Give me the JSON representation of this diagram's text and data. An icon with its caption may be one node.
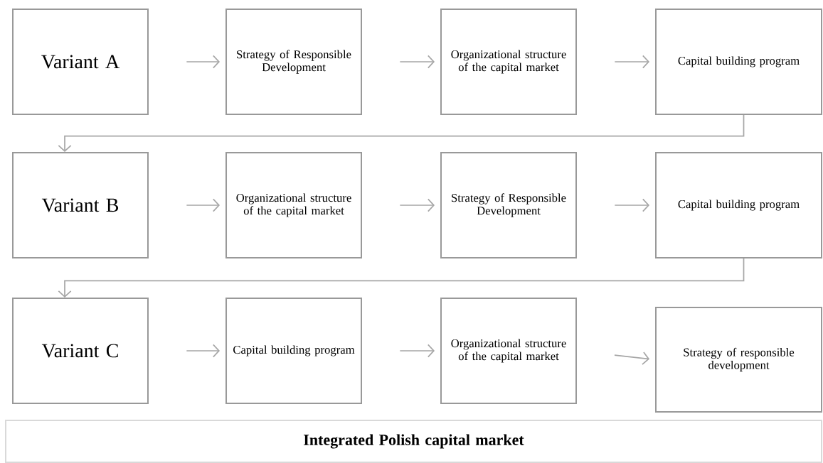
{
  "diagram": {
    "nodes": [
      {
        "text": [
          "Variant A"
        ]
      },
      {
        "text": [
          "Strategy of Responsible Development"
        ]
      },
      {
        "text": [
          "Organizational structure of the capital market"
        ]
      },
      {
        "text": [
          "Capital building program"
        ]
      },
      {
        "text": [
          "Variant B"
        ]
      },
      {
        "text": [
          "Organizational structure of the capital market"
        ]
      },
      {
        "text": [
          "Strategy of Responsible Development"
        ]
      },
      {
        "text": [
          "Capital building program"
        ]
      },
      {
        "text": [
          "Variant C"
        ]
      },
      {
        "text": [
          "Capital building program"
        ]
      },
      {
        "text": [
          "Organizational structure of the capital market"
        ]
      },
      {
        "text": [
          "Strategy of responsible development"
        ]
      },
      {
        "text": [
          "Integrated Polish capital market"
        ]
      }
    ],
    "edges": [
      {
        "from": 0,
        "to": 1,
        "arrow": "to"
      },
      {
        "from": 1,
        "to": 2,
        "arrow": "to"
      },
      {
        "from": 2,
        "to": 3,
        "arrow": "to"
      },
      {
        "from": 3,
        "to": 4,
        "arrow": "to"
      },
      {
        "from": 4,
        "to": 5,
        "arrow": "to"
      },
      {
        "from": 5,
        "to": 6,
        "arrow": "to"
      },
      {
        "from": 6,
        "to": 7,
        "arrow": "to"
      },
      {
        "from": 7,
        "to": 8,
        "arrow": "to"
      },
      {
        "from": 8,
        "to": 9,
        "arrow": "to"
      },
      {
        "from": 9,
        "to": 10,
        "arrow": "to"
      },
      {
        "from": 10,
        "to": 11,
        "arrow": "to"
      }
    ]
  }
}
